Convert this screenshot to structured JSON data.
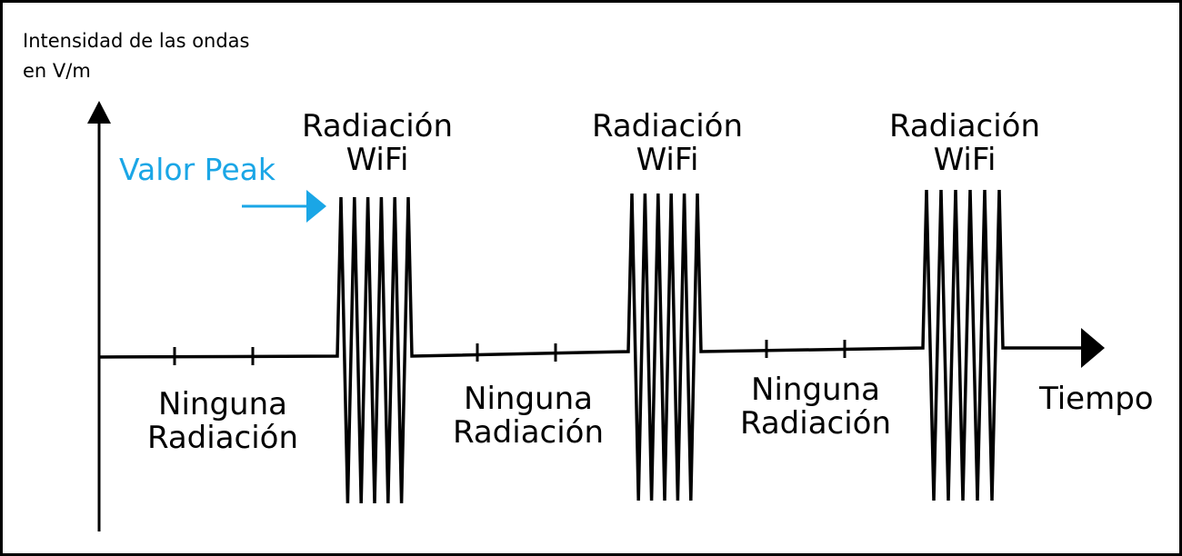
{
  "y_axis_label": {
    "line1": "Intensidad de las ondas",
    "line2": "en V/m"
  },
  "x_axis_label": "Tiempo",
  "peak_label": "Valor Peak",
  "colors": {
    "peak": "#1aa6e6",
    "stroke": "#000000"
  },
  "segments": [
    {
      "type": "none",
      "line1": "Ninguna",
      "line2": "Radiación"
    },
    {
      "type": "wifi",
      "line1": "Radiación",
      "line2": "WiFi"
    },
    {
      "type": "none",
      "line1": "Ninguna",
      "line2": "Radiación"
    },
    {
      "type": "wifi",
      "line1": "Radiación",
      "line2": "WiFi"
    },
    {
      "type": "none",
      "line1": "Ninguna",
      "line2": "Radiación"
    },
    {
      "type": "wifi",
      "line1": "Radiación",
      "line2": "WiFi"
    }
  ]
}
